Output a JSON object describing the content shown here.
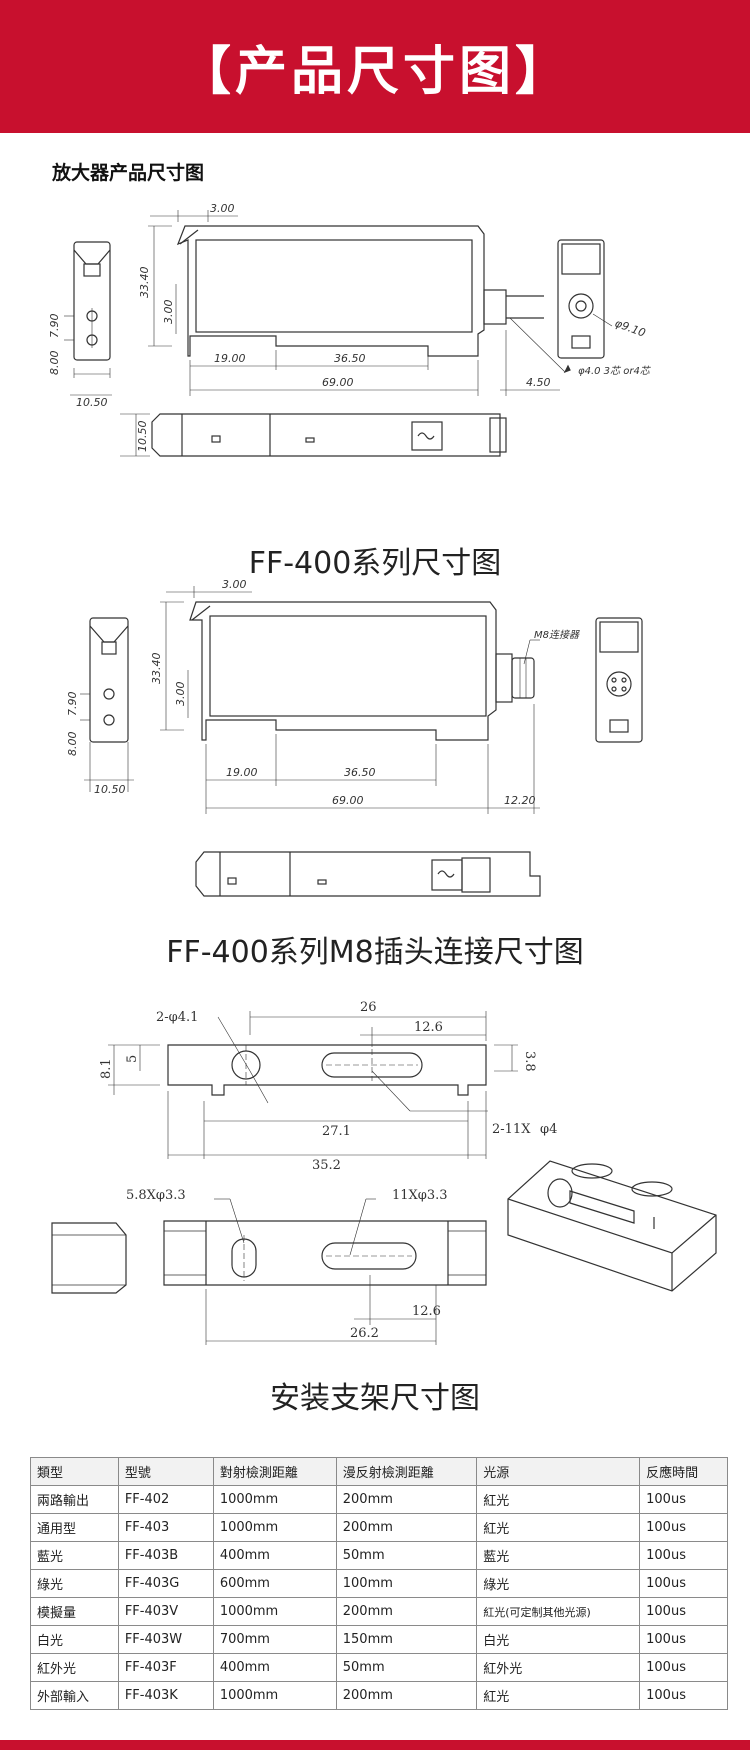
{
  "banner": {
    "title": "【产品尺寸图】"
  },
  "subtitle": "放大器产品尺寸图",
  "drawing1": {
    "caption": "FF-400系列尺寸图",
    "dims": {
      "top_width": "3.00",
      "height": "33.40",
      "inner_height": "3.00",
      "hole_pitch": "7.90",
      "hole_offset": "8.00",
      "side_width": "10.50",
      "seg1": "19.00",
      "seg2": "36.50",
      "total": "69.00",
      "cable_len": "4.50",
      "cable_dia": "φ9.10",
      "wire_note": "φ4.0 3芯 or4芯",
      "bottom_width": "10.50"
    }
  },
  "drawing2": {
    "caption": "FF-400系列M8插头连接尺寸图",
    "dims": {
      "top_width": "3.00",
      "height": "33.40",
      "inner_height": "3.00",
      "hole_pitch": "7.90",
      "hole_offset": "8.00",
      "side_width": "10.50",
      "seg1": "19.00",
      "seg2": "36.50",
      "total": "69.00",
      "plug_len": "12.20",
      "connector_label": "M8连接器"
    }
  },
  "drawing3": {
    "caption": "安装支架尺寸图",
    "dims": {
      "top": "26",
      "hole_label": "2-φ4.1",
      "slot_len": "12.6",
      "left_h1": "8.1",
      "left_h2": "5",
      "right_h": "3.8",
      "inner": "27.1",
      "outer": "35.2",
      "slot_label": "2-11X",
      "slot_dia": "φ4",
      "left_slot": "5.8Xφ3.3",
      "right_slot": "11Xφ3.3",
      "bottom_slot": "12.6",
      "bottom_total": "26.2"
    }
  },
  "table": {
    "headers": [
      "類型",
      "型號",
      "對射檢測距離",
      "漫反射檢測距離",
      "光源",
      "反應時間"
    ],
    "rows": [
      [
        "兩路輸出",
        "FF-402",
        "1000mm",
        "200mm",
        "紅光",
        "100us"
      ],
      [
        "通用型",
        "FF-403",
        "1000mm",
        "200mm",
        "紅光",
        "100us"
      ],
      [
        "藍光",
        "FF-403B",
        "400mm",
        "50mm",
        "藍光",
        "100us"
      ],
      [
        "綠光",
        "FF-403G",
        "600mm",
        "100mm",
        "綠光",
        "100us"
      ],
      [
        "模擬量",
        "FF-403V",
        "1000mm",
        "200mm",
        "紅光(可定制其他光源)",
        "100us"
      ],
      [
        "白光",
        "FF-403W",
        "700mm",
        "150mm",
        "白光",
        "100us"
      ],
      [
        "紅外光",
        "FF-403F",
        "400mm",
        "50mm",
        "紅外光",
        "100us"
      ],
      [
        "外部輸入",
        "FF-403K",
        "1000mm",
        "200mm",
        "紅光",
        "100us"
      ]
    ]
  },
  "colors": {
    "accent": "#c8102e",
    "line": "#333333"
  }
}
